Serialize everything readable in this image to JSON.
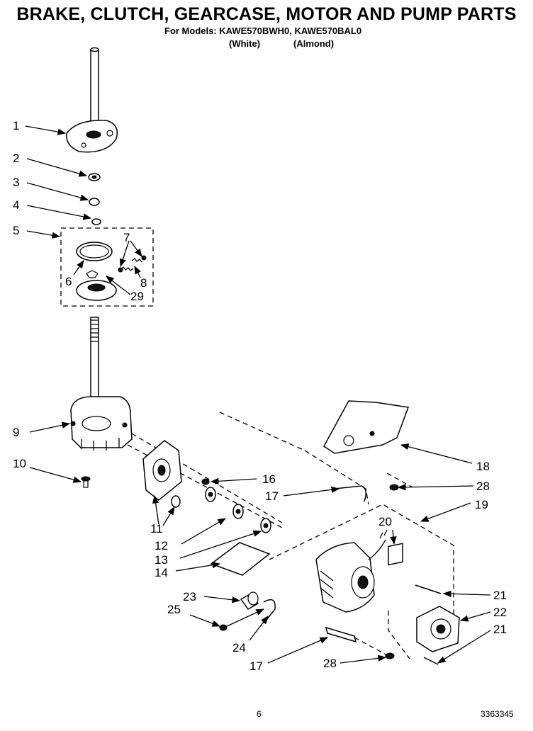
{
  "header": {
    "title": "BRAKE, CLUTCH, GEARCASE, MOTOR AND PUMP PARTS",
    "models_line": "For Models: KAWE570BWH0, KAWE570BAL0",
    "color_white": "(White)",
    "color_almond": "(Almond)"
  },
  "callouts": [
    {
      "id": "c1",
      "label": "1"
    },
    {
      "id": "c2",
      "label": "2"
    },
    {
      "id": "c3",
      "label": "3"
    },
    {
      "id": "c4",
      "label": "4"
    },
    {
      "id": "c5",
      "label": "5"
    },
    {
      "id": "c7",
      "label": "7"
    },
    {
      "id": "c6",
      "label": "6"
    },
    {
      "id": "c8",
      "label": "8"
    },
    {
      "id": "c29",
      "label": "29"
    },
    {
      "id": "c9",
      "label": "9"
    },
    {
      "id": "c10",
      "label": "10"
    },
    {
      "id": "c16",
      "label": "16"
    },
    {
      "id": "c17a",
      "label": "17"
    },
    {
      "id": "c11",
      "label": "11"
    },
    {
      "id": "c12",
      "label": "12"
    },
    {
      "id": "c13",
      "label": "13"
    },
    {
      "id": "c14",
      "label": "14"
    },
    {
      "id": "c18",
      "label": "18"
    },
    {
      "id": "c28a",
      "label": "28"
    },
    {
      "id": "c19",
      "label": "19"
    },
    {
      "id": "c20",
      "label": "20"
    },
    {
      "id": "c21a",
      "label": "21"
    },
    {
      "id": "c22",
      "label": "22"
    },
    {
      "id": "c21b",
      "label": "21"
    },
    {
      "id": "c23",
      "label": "23"
    },
    {
      "id": "c25",
      "label": "25"
    },
    {
      "id": "c24",
      "label": "24"
    },
    {
      "id": "c17b",
      "label": "17"
    },
    {
      "id": "c28b",
      "label": "28"
    }
  ],
  "footer": {
    "page_number": "6",
    "doc_number": "3363345"
  }
}
